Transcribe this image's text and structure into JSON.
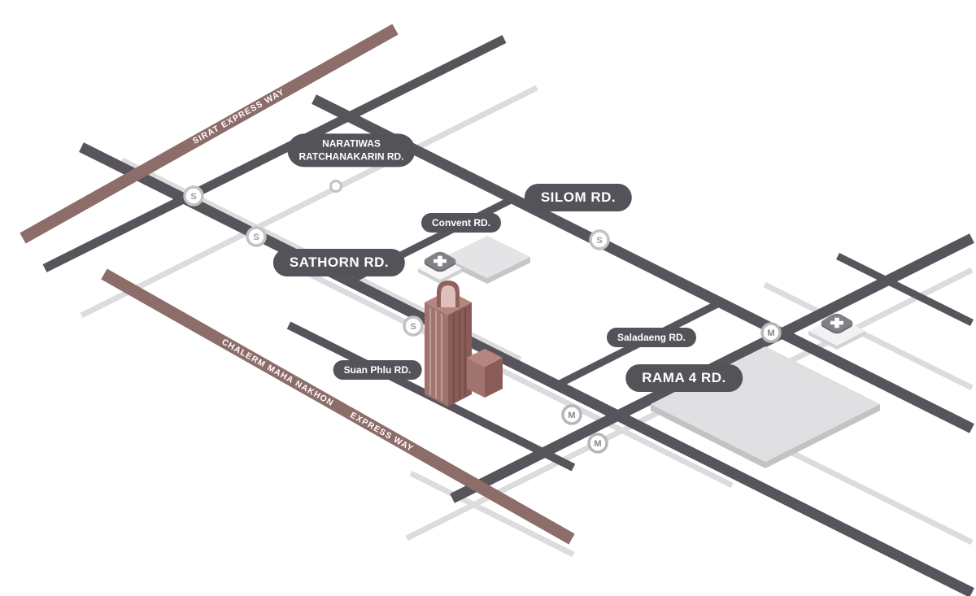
{
  "map": {
    "road_labels": {
      "naratiwas_line1": "NARATIWAS",
      "naratiwas_line2": "RATCHANAKARIN RD.",
      "silom": "SILOM RD.",
      "convent": "Convent RD.",
      "sathorn": "SATHORN RD.",
      "saladaeng": "Saladaeng RD.",
      "suan_phlu": "Suan Phlu RD.",
      "rama4": "RAMA 4 RD."
    },
    "expressway_labels": {
      "sirat": "SIRAT EXPRESS WAY",
      "chalerm_line1": "CHALERM MAHA NAKHON",
      "chalerm_line2": "EXPRESS WAY"
    },
    "stations": [
      {
        "type": "bts-station",
        "glyph": "S"
      },
      {
        "type": "bts-station",
        "glyph": "S"
      },
      {
        "type": "road-junction",
        "glyph": ""
      },
      {
        "type": "bts-station",
        "glyph": "S"
      },
      {
        "type": "bts-station",
        "glyph": "S"
      },
      {
        "type": "mrt-station",
        "glyph": "M"
      },
      {
        "type": "mrt-station",
        "glyph": "M"
      },
      {
        "type": "mrt-station",
        "glyph": "M"
      }
    ],
    "landmarks": {
      "building": "landmark-tower",
      "hospital_icons": 2
    },
    "colors": {
      "background": "#ffffff",
      "road_primary": "#57555b",
      "road_minor": "#dcdcde",
      "expressway": "#8d6d69",
      "label_pill": "#55535a",
      "label_text": "#ffffff",
      "building_light": "#a1736e",
      "building_dark": "#8a5c58",
      "block_top": "#e0e0e2",
      "hospital_tile": "#808085"
    }
  }
}
